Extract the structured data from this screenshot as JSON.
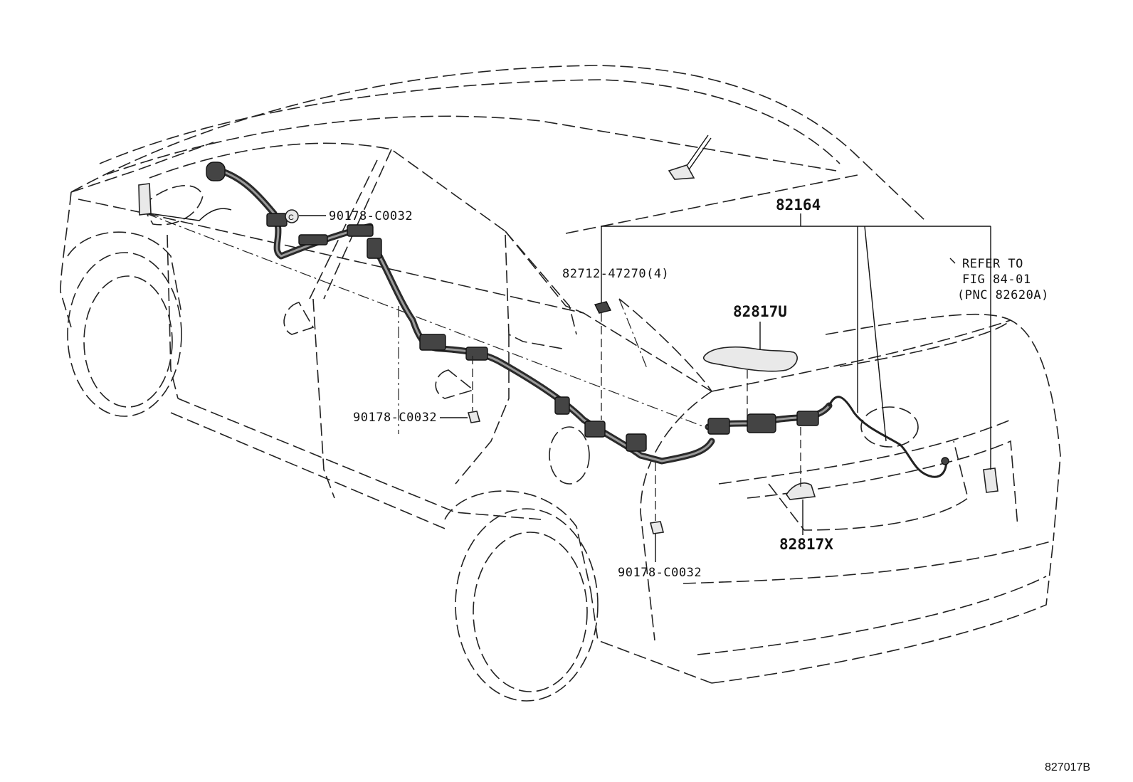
{
  "labels": {
    "harness": "82164",
    "clamp": "82712-47270(4)",
    "clip_roof": "90178-C0032",
    "clip_door": "90178-C0032",
    "clip_rear": "90178-C0032",
    "protector_upper": "82817U",
    "protector_lower": "82817X",
    "refer_line1": "REFER TO",
    "refer_line2": "FIG 84-01",
    "refer_line3": "(PNC 82620A)"
  },
  "figure_id": "827017B"
}
